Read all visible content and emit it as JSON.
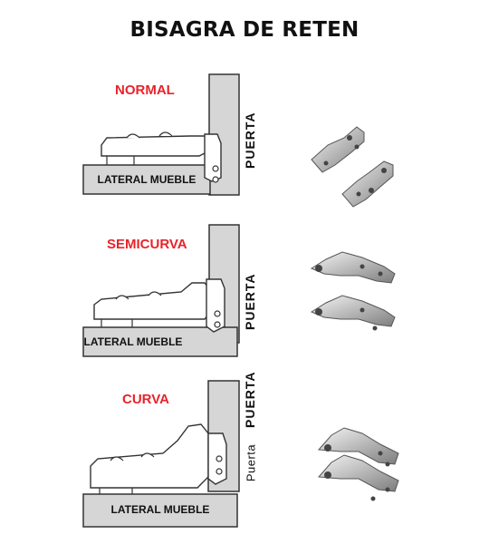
{
  "title": "BISAGRA DE RETEN",
  "panels": [
    {
      "type_label": "NORMAL",
      "cabinet_label": "LATERAL MUEBLE",
      "door_label": "PUERTA"
    },
    {
      "type_label": "SEMICURVA",
      "cabinet_label": "LATERAL MUEBLE",
      "door_label": "PUERTA"
    },
    {
      "type_label": "CURVA",
      "cabinet_label": "LATERAL MUEBLE",
      "door_label": "PUERTA",
      "door_sublabel": "Puerta"
    }
  ],
  "colors": {
    "title": "#111111",
    "type_label": "#e8232b",
    "panel_fill": "#d6d6d6",
    "panel_stroke": "#333333"
  }
}
